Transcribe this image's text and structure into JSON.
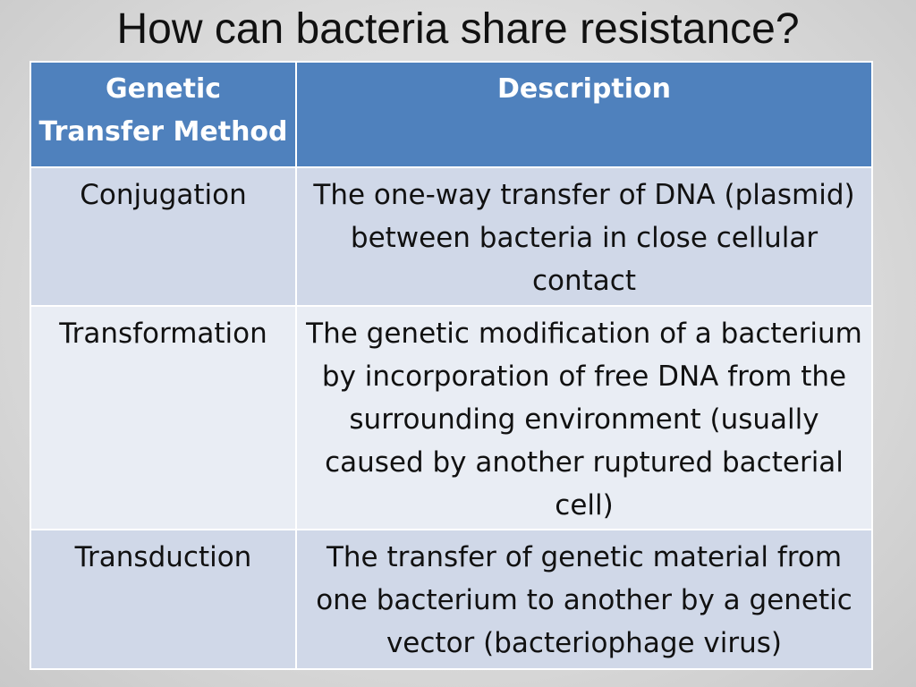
{
  "slide": {
    "title": "How can bacteria share resistance?"
  },
  "table": {
    "headers": {
      "method": "Genetic Transfer Method",
      "description": "Description"
    },
    "rows": [
      {
        "method": "Conjugation",
        "description": "The one-way transfer of DNA (plasmid) between bacteria in close cellular contact"
      },
      {
        "method": "Transformation",
        "description": "The genetic modification of a bacterium by incorporation of free DNA from the surrounding environment (usually caused by another ruptured bacterial cell)"
      },
      {
        "method": "Transduction",
        "description": "The transfer of genetic material from one bacterium to another by a genetic vector (bacteriophage virus)"
      }
    ]
  },
  "colors": {
    "header_fill": "#4f81bd",
    "row_fill_dark": "#d0d8e8",
    "row_fill_light": "#e9edf4",
    "background": "#dcdcdc"
  }
}
